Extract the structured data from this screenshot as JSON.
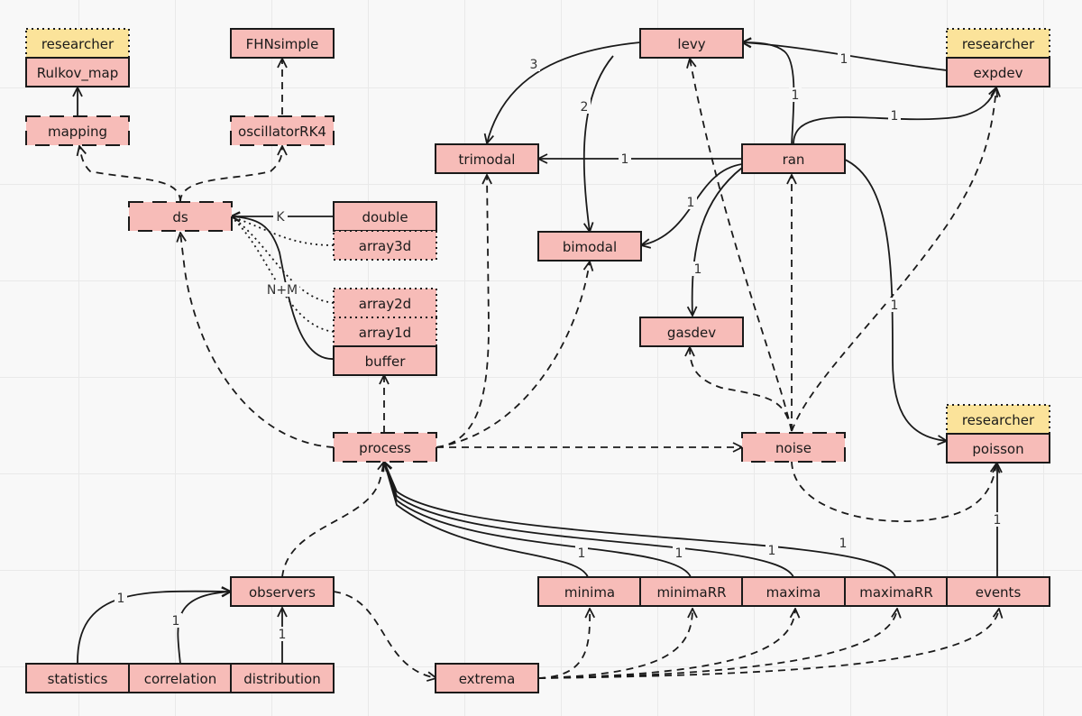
{
  "colors": {
    "node_fill": "#f7bcb8",
    "header_fill": "#fbe39a",
    "stroke": "#1a1a1a"
  },
  "nodes": {
    "researcher_rulkov": "researcher",
    "rulkov_map": "Rulkov_map",
    "mapping": "mapping",
    "fhnsimple": "FHNsimple",
    "oscillatorrk4": "oscillatorRK4",
    "ds": "ds",
    "double": "double",
    "array3d": "array3d",
    "array2d": "array2d",
    "array1d": "array1d",
    "buffer": "buffer",
    "process": "process",
    "trimodal": "trimodal",
    "bimodal": "bimodal",
    "levy": "levy",
    "ran": "ran",
    "gasdev": "gasdev",
    "noise": "noise",
    "researcher_expdev": "researcher",
    "expdev": "expdev",
    "researcher_poisson": "researcher",
    "poisson": "poisson",
    "observers": "observers",
    "statistics": "statistics",
    "correlation": "correlation",
    "distribution": "distribution",
    "extrema": "extrema",
    "minima": "minima",
    "minimarr": "minimaRR",
    "maxima": "maxima",
    "maximarr": "maximaRR",
    "events": "events"
  },
  "edge_labels": {
    "levy_trimodal": "3",
    "levy_bimodal": "2",
    "expdev_levy": "1",
    "ran_levy": "1",
    "ran_expdev": "1",
    "ran_trimodal": "1",
    "ran_bimodal": "1",
    "ran_gasdev": "1",
    "ran_poisson": "1",
    "double_ds": "K",
    "buffer_ds": "N+M",
    "minima_process": "1",
    "minimarr_process": "1",
    "maxima_process": "1",
    "maximarr_process": "1",
    "events_poisson": "1",
    "statistics_observers": "1",
    "correlation_observers": "1",
    "distribution_observers": "1"
  }
}
